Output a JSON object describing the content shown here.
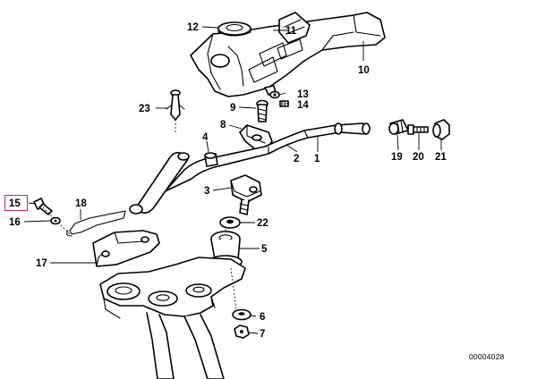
{
  "callouts": {
    "c1": "1",
    "c2": "2",
    "c3": "3",
    "c4": "4",
    "c5": "5",
    "c6": "6",
    "c7": "7",
    "c8": "8",
    "c9": "9",
    "c10": "10",
    "c11": "11",
    "c12": "12",
    "c13": "13",
    "c14": "14",
    "c15": "15",
    "c16": "16",
    "c17": "17",
    "c18": "18",
    "c19": "19",
    "c20": "20",
    "c21": "21",
    "c22": "22",
    "c23": "23"
  },
  "highlighted_part": "15",
  "drawing_number": "00004028",
  "colors": {
    "line": "#000000",
    "highlight": "#d6246e",
    "background": "#ffffff"
  }
}
